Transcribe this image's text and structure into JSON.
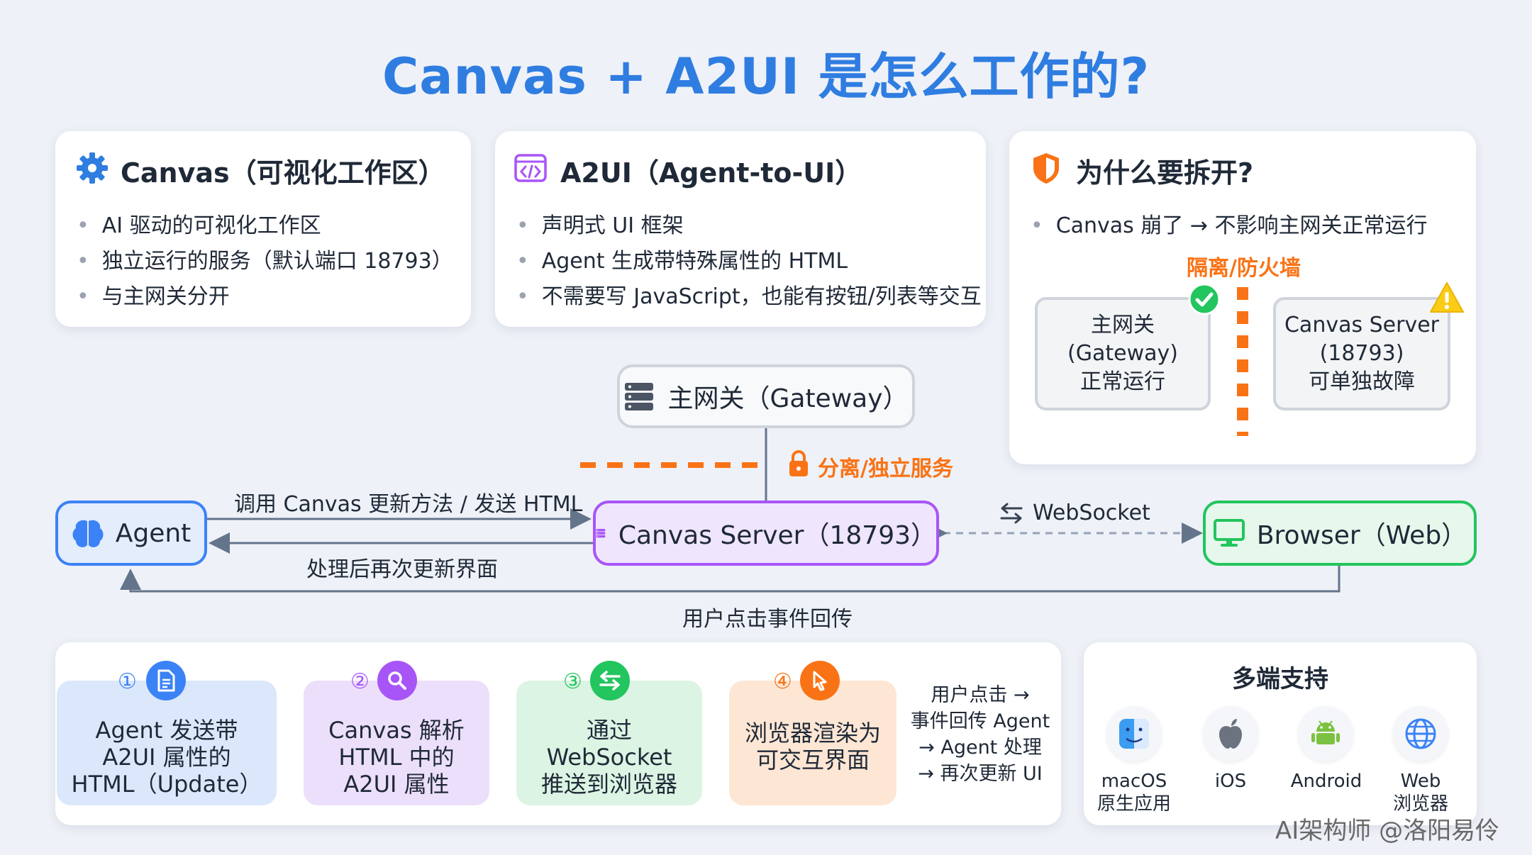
{
  "title": "Canvas + A2UI 是怎么工作的?",
  "cards": [
    {
      "icon": "gear-icon",
      "heading": "Canvas（可视化工作区）",
      "bullets": [
        "AI 驱动的可视化工作区",
        "独立运行的服务（默认端口 18793）",
        "与主网关分开"
      ]
    },
    {
      "icon": "code-icon",
      "heading": "A2UI（Agent-to-UI）",
      "bullets": [
        "声明式 UI 框架",
        "Agent 生成带特殊属性的 HTML",
        "不需要写 JavaScript，也能有按钮/列表等交互"
      ]
    },
    {
      "icon": "shield-icon",
      "heading": "为什么要拆开?",
      "bullets": [
        "Canvas 崩了 → 不影响主网关正常运行"
      ],
      "isolation_label": "隔离/防火墙",
      "left_box": [
        "主网关",
        "(Gateway)",
        "正常运行"
      ],
      "right_box": [
        "Canvas Server",
        "(18793)",
        "可单独故障"
      ]
    }
  ],
  "flow": {
    "gateway": "主网关（Gateway）",
    "separation": "分离/独立服务",
    "agent": "Agent",
    "canvas_server": "Canvas Server（18793）",
    "browser": "Browser（Web）",
    "call_label": "调用 Canvas 更新方法 / 发送 HTML",
    "return_label": "处理后再次更新界面",
    "websocket": "WebSocket",
    "event_label": "用户点击事件回传"
  },
  "steps": [
    {
      "num": "①",
      "lines": [
        "Agent 发送带",
        "A2UI 属性的",
        "HTML（Update）"
      ],
      "color": "#3b82f6"
    },
    {
      "num": "②",
      "lines": [
        "Canvas 解析",
        "HTML 中的",
        "A2UI 属性"
      ],
      "color": "#a855f7"
    },
    {
      "num": "③",
      "lines": [
        "通过",
        "WebSocket",
        "推送到浏览器"
      ],
      "color": "#22c55e"
    },
    {
      "num": "④",
      "lines": [
        "浏览器渲染为",
        "可交互界面"
      ],
      "color": "#f97316"
    }
  ],
  "loop_note": [
    "用户点击 →",
    "事件回传 Agent",
    "→ Agent 处理",
    "→ 再次更新 UI"
  ],
  "platforms": {
    "title": "多端支持",
    "items": [
      {
        "icon": "finder-icon",
        "lines": [
          "macOS",
          "原生应用"
        ]
      },
      {
        "icon": "apple-icon",
        "lines": [
          "iOS"
        ]
      },
      {
        "icon": "android-icon",
        "lines": [
          "Android"
        ]
      },
      {
        "icon": "globe-icon",
        "lines": [
          "Web",
          "浏览器"
        ]
      }
    ]
  },
  "watermark": "AI架构师 @洛阳易伶"
}
